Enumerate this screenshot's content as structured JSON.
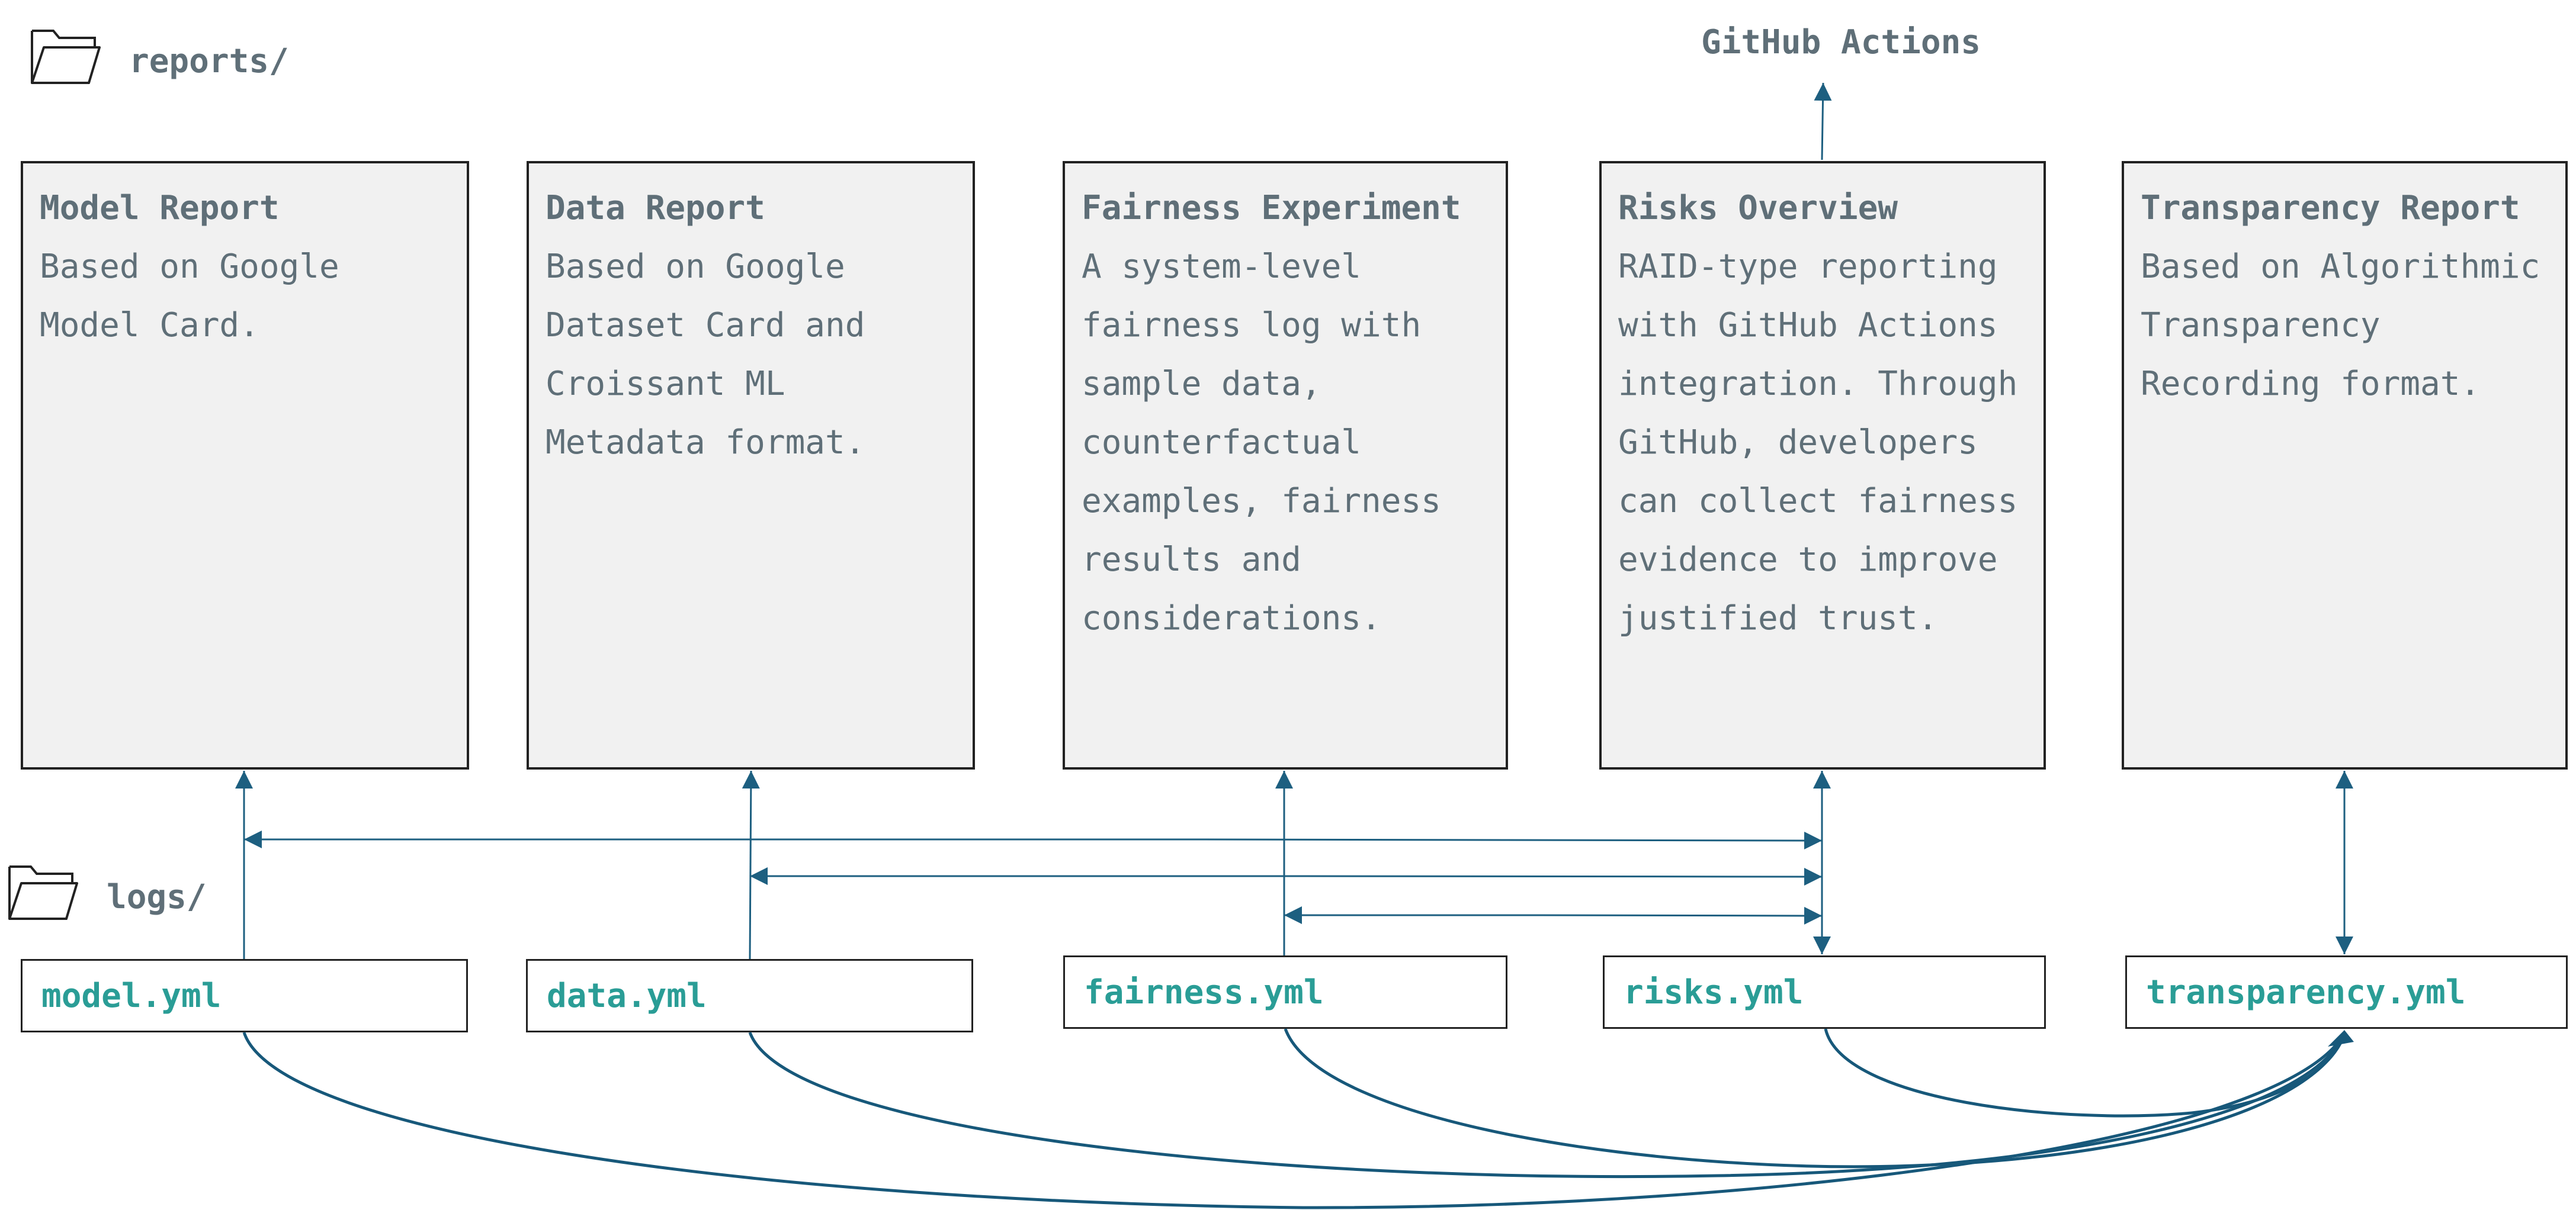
{
  "folders": {
    "reports": "reports/",
    "logs": "logs/"
  },
  "integration": "GitHub Actions",
  "reports": [
    {
      "title": "Model Report",
      "description": "Based on Google\nModel Card."
    },
    {
      "title": "Data Report",
      "description": "Based on Google\nDataset Card and\nCroissant ML\nMetadata format."
    },
    {
      "title": "Fairness Experiment",
      "description": "A system-level\nfairness log with\nsample data,\ncounterfactual\nexamples, fairness\nresults and\nconsiderations."
    },
    {
      "title": "Risks Overview",
      "description": "RAID-type reporting\nwith GitHub Actions\nintegration. Through\nGitHub, developers\ncan collect fairness\nevidence to improve\njustified trust."
    },
    {
      "title": "Transparency Report",
      "description": "Based on Algorithmic\nTransparency\nRecording format."
    }
  ],
  "logs": [
    "model.yml",
    "data.yml",
    "fairness.yml",
    "risks.yml",
    "transparency.yml"
  ],
  "colors": {
    "arrow": "#1d5f80",
    "curve": "#17587a",
    "log_text": "#2a9d96",
    "label_text": "#5f6f78",
    "box_fill": "#f1f1f1"
  }
}
